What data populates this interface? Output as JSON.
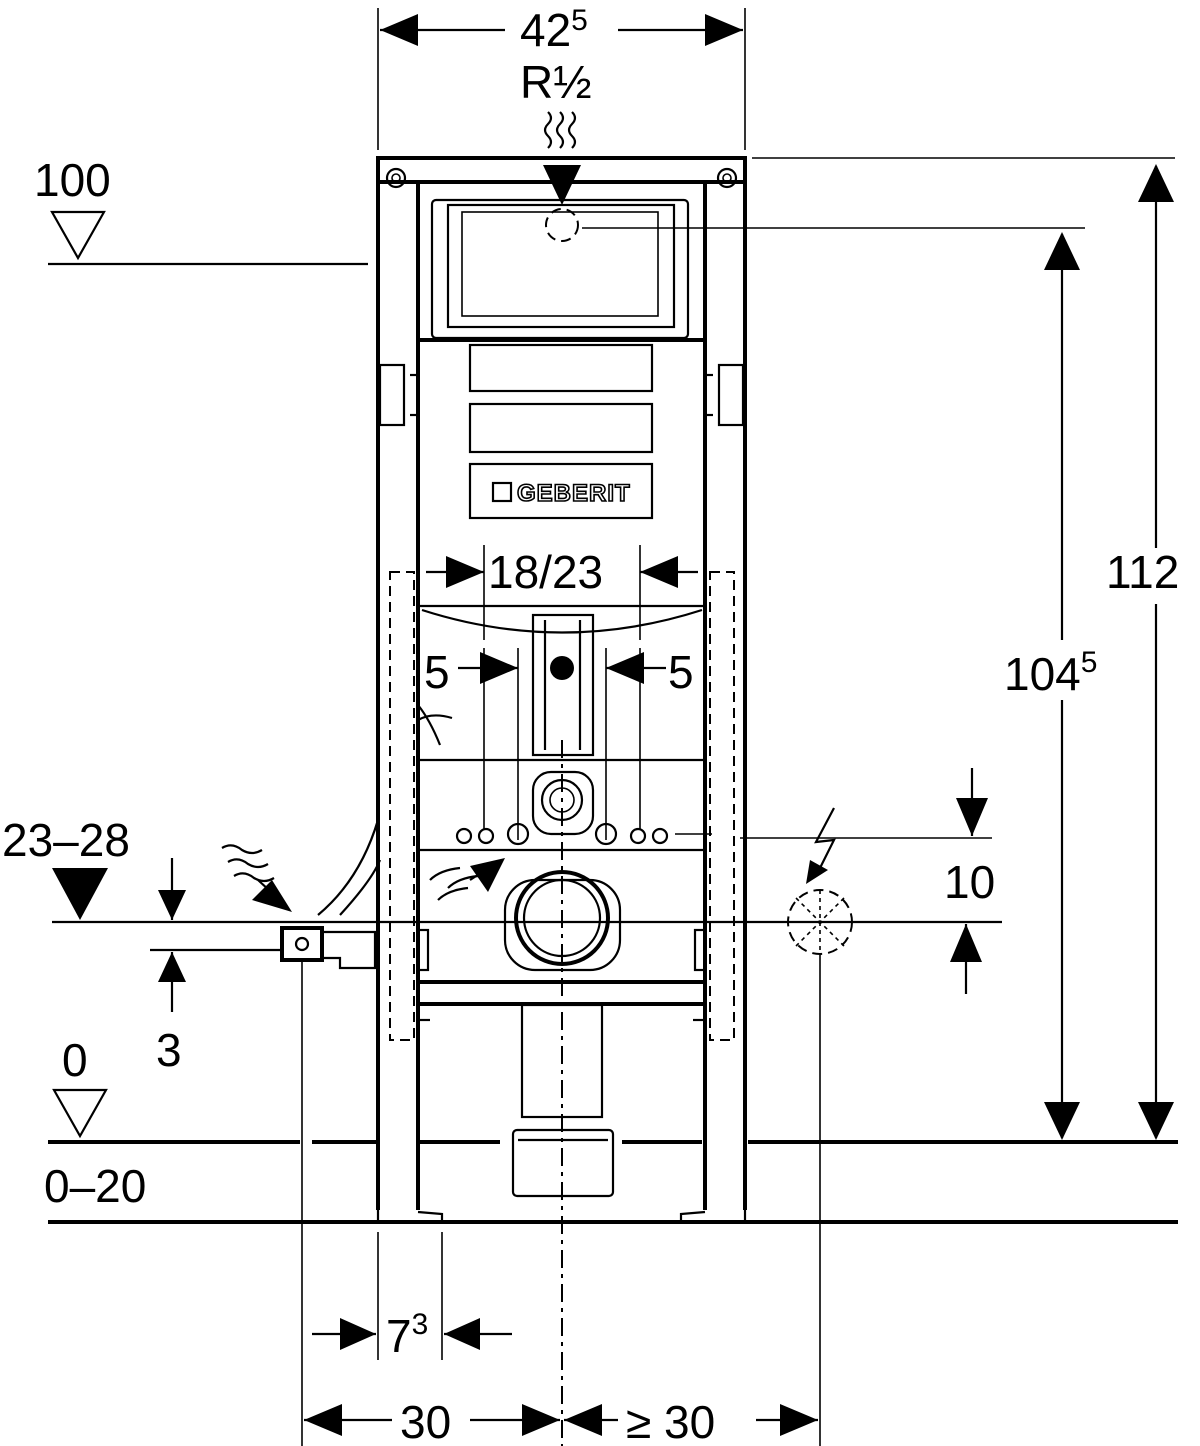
{
  "dimensions": {
    "frame_width": {
      "main": "42",
      "sup": "5"
    },
    "pipe_thread": "R½",
    "top_level": "100",
    "width_18_23": "18/23",
    "offset_left": "5",
    "offset_right": "5",
    "range_23_28": "23–28",
    "clearance_3": "3",
    "floor_level": "0",
    "floor_range": "0–20",
    "leg_width": {
      "main": "7",
      "sup": "3"
    },
    "left_30": "30",
    "right_30": "≥ 30",
    "elec_height": "10",
    "height_104": {
      "main": "104",
      "sup": "5"
    },
    "height_112": "112"
  },
  "brand": "GEBERIT"
}
